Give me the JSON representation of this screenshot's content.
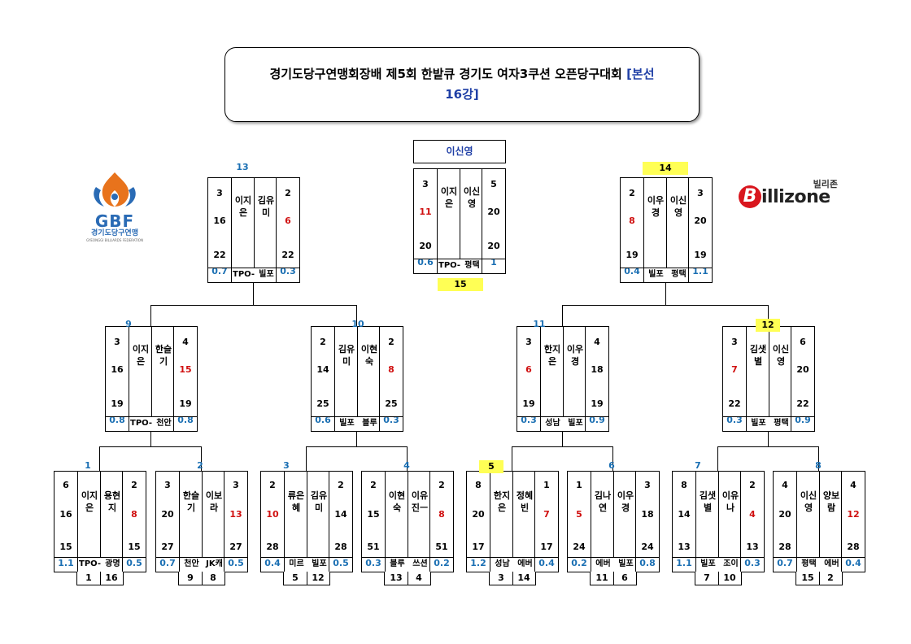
{
  "title": {
    "line1": "경기도당구연맹회장배 제5회 한밭큐 경기도 여자3쿠션 오픈당구대회",
    "highlight1": "[본선",
    "highlight2": "16강]"
  },
  "logos": {
    "gbf": {
      "text": "GBF",
      "subtext": "경기도당구연맹",
      "tiny": "GYEONGGI BILLIARDS FEDERATION"
    },
    "billizone": {
      "korean": "빌리존",
      "text": "illizone",
      "letter": "B"
    }
  },
  "champion": "이신영",
  "colors": {
    "red": "#d01010",
    "blue": "#1a6fb3",
    "highlight": "#ffff55"
  },
  "matches": [
    {
      "id": "m1",
      "num": "1",
      "left": {
        "top": "6",
        "name": "이지은",
        "score": "16",
        "inn": "15",
        "avg": "1.1",
        "team": "TPO-",
        "seed": "1",
        "winner": true
      },
      "right": {
        "top": "2",
        "name": "용현지",
        "score": "8",
        "inn": "15",
        "avg": "0.5",
        "team": "광명",
        "seed": "16",
        "winner": false
      }
    },
    {
      "id": "m2",
      "num": "2",
      "left": {
        "top": "3",
        "name": "한슬기",
        "score": "20",
        "inn": "27",
        "avg": "0.7",
        "team": "천안",
        "seed": "9",
        "winner": true
      },
      "right": {
        "top": "3",
        "name": "이보라",
        "score": "13",
        "inn": "27",
        "avg": "0.5",
        "team": "JK캐",
        "seed": "8",
        "winner": false
      }
    },
    {
      "id": "m3",
      "num": "3",
      "left": {
        "top": "2",
        "name": "류은혜",
        "score": "10",
        "inn": "28",
        "avg": "0.4",
        "team": "미르",
        "seed": "5",
        "winner": false
      },
      "right": {
        "top": "2",
        "name": "김유미",
        "score": "14",
        "inn": "28",
        "avg": "0.5",
        "team": "빌포",
        "seed": "12",
        "winner": true
      }
    },
    {
      "id": "m4",
      "num": "4",
      "left": {
        "top": "2",
        "name": "이현숙",
        "score": "15",
        "inn": "51",
        "avg": "0.3",
        "team": "블루",
        "seed": "13",
        "winner": true
      },
      "right": {
        "top": "2",
        "name": "이유진ㅡ",
        "score": "8",
        "inn": "51",
        "avg": "0.2",
        "team": "쓰션",
        "seed": "4",
        "winner": false
      }
    },
    {
      "id": "m5",
      "num": "5",
      "yellow": true,
      "left": {
        "top": "8",
        "name": "한지은",
        "score": "20",
        "inn": "17",
        "avg": "1.2",
        "team": "성남",
        "seed": "3",
        "winner": true
      },
      "right": {
        "top": "1",
        "name": "정혜빈",
        "score": "7",
        "inn": "17",
        "avg": "0.4",
        "team": "에버",
        "seed": "14",
        "winner": false
      }
    },
    {
      "id": "m6",
      "num": "6",
      "left": {
        "top": "1",
        "name": "김나연",
        "score": "5",
        "inn": "24",
        "avg": "0.2",
        "team": "에버",
        "seed": "11",
        "winner": false
      },
      "right": {
        "top": "3",
        "name": "이우경",
        "score": "18",
        "inn": "24",
        "avg": "0.8",
        "team": "빌포",
        "seed": "6",
        "winner": true
      }
    },
    {
      "id": "m7",
      "num": "7",
      "left": {
        "top": "8",
        "name": "김샛별",
        "score": "14",
        "inn": "13",
        "avg": "1.1",
        "team": "빌포",
        "seed": "7",
        "winner": true
      },
      "right": {
        "top": "2",
        "name": "이유나",
        "score": "4",
        "inn": "13",
        "avg": "0.3",
        "team": "조이",
        "seed": "10",
        "winner": false
      }
    },
    {
      "id": "m8",
      "num": "8",
      "left": {
        "top": "4",
        "name": "이신영",
        "score": "20",
        "inn": "28",
        "avg": "0.7",
        "team": "평택",
        "seed": "15",
        "winner": true
      },
      "right": {
        "top": "4",
        "name": "양보람",
        "score": "12",
        "inn": "28",
        "avg": "0.4",
        "team": "에버",
        "seed": "2",
        "winner": false
      }
    },
    {
      "id": "m9",
      "num": "9",
      "left": {
        "top": "3",
        "name": "이지은",
        "score": "16",
        "inn": "19",
        "avg": "0.8",
        "team": "TPO-",
        "winner": true
      },
      "right": {
        "top": "4",
        "name": "한슬기",
        "score": "15",
        "inn": "19",
        "avg": "0.8",
        "team": "천안",
        "winner": false
      }
    },
    {
      "id": "m10",
      "num": "10",
      "left": {
        "top": "2",
        "name": "김유미",
        "score": "14",
        "inn": "25",
        "avg": "0.6",
        "team": "빌포",
        "winner": true
      },
      "right": {
        "top": "2",
        "name": "이현숙",
        "score": "8",
        "inn": "25",
        "avg": "0.3",
        "team": "블루",
        "winner": false
      }
    },
    {
      "id": "m11",
      "num": "11",
      "left": {
        "top": "3",
        "name": "한지은",
        "score": "6",
        "inn": "19",
        "avg": "0.3",
        "team": "성남",
        "winner": false
      },
      "right": {
        "top": "4",
        "name": "이우경",
        "score": "18",
        "inn": "19",
        "avg": "0.9",
        "team": "빌포",
        "winner": true
      }
    },
    {
      "id": "m12",
      "num": "12",
      "yellow": true,
      "left": {
        "top": "3",
        "name": "김샛별",
        "score": "7",
        "inn": "22",
        "avg": "0.3",
        "team": "빌포",
        "winner": false
      },
      "right": {
        "top": "6",
        "name": "이신영",
        "score": "20",
        "inn": "22",
        "avg": "0.9",
        "team": "평택",
        "winner": true
      }
    },
    {
      "id": "m13",
      "num": "13",
      "left": {
        "top": "3",
        "name": "이지은",
        "score": "16",
        "inn": "22",
        "avg": "0.7",
        "team": "TPO-",
        "winner": true
      },
      "right": {
        "top": "2",
        "name": "김유미",
        "score": "6",
        "inn": "22",
        "avg": "0.3",
        "team": "빌포",
        "winner": false
      }
    },
    {
      "id": "m14",
      "num": "14",
      "yellow": true,
      "left": {
        "top": "2",
        "name": "이우경",
        "score": "8",
        "inn": "19",
        "avg": "0.4",
        "team": "빌포",
        "winner": false
      },
      "right": {
        "top": "3",
        "name": "이신영",
        "score": "20",
        "inn": "19",
        "avg": "1.1",
        "team": "평택",
        "winner": true
      }
    },
    {
      "id": "m15",
      "num": "15",
      "yellow": true,
      "left": {
        "top": "3",
        "name": "이지은",
        "score": "11",
        "inn": "20",
        "avg": "0.6",
        "team": "TPO-",
        "winner": false
      },
      "right": {
        "top": "5",
        "name": "이신영",
        "score": "20",
        "inn": "20",
        "avg": "1",
        "team": "평택",
        "winner": true
      }
    }
  ]
}
